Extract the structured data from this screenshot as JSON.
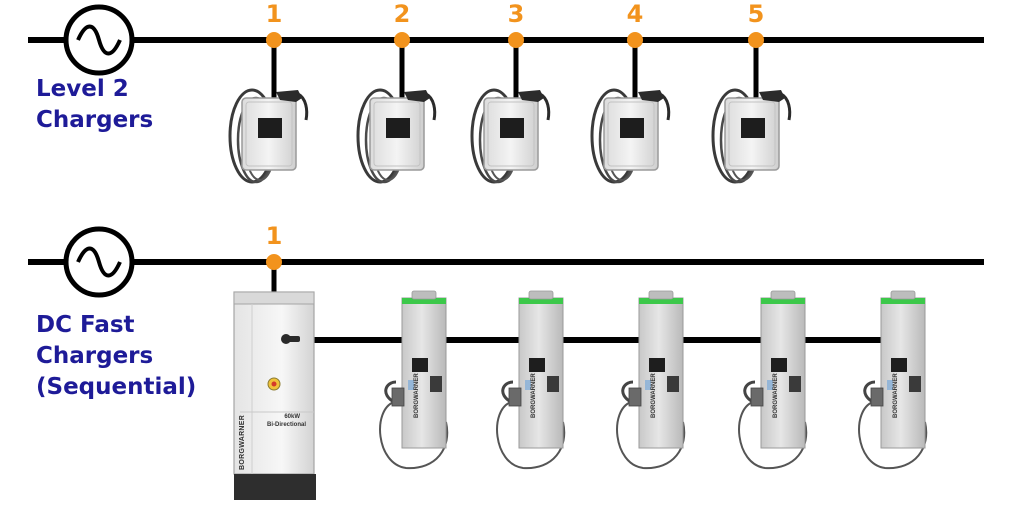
{
  "sections": {
    "level2": {
      "label_lines": [
        "Level 2",
        "Chargers"
      ],
      "node_labels": [
        "1",
        "2",
        "3",
        "4",
        "5"
      ]
    },
    "dcfast": {
      "label_lines": [
        "DC Fast",
        "Chargers",
        "(Sequential)"
      ],
      "node_labels": [
        "1"
      ],
      "cabinet_text": [
        "60kW",
        "Bi-Directional"
      ],
      "brand": "BORGWARNER"
    }
  },
  "colors": {
    "bus_line": "#000000",
    "node": "#f2931d",
    "label_text": "#1e1b98",
    "dispenser_accent": "#3cc84a"
  },
  "icons": {
    "ac_source": "ac-source-icon",
    "level2_charger": "wallbox-charger-icon",
    "dc_cabinet": "power-cabinet-icon",
    "dc_dispenser": "dc-dispenser-icon"
  }
}
